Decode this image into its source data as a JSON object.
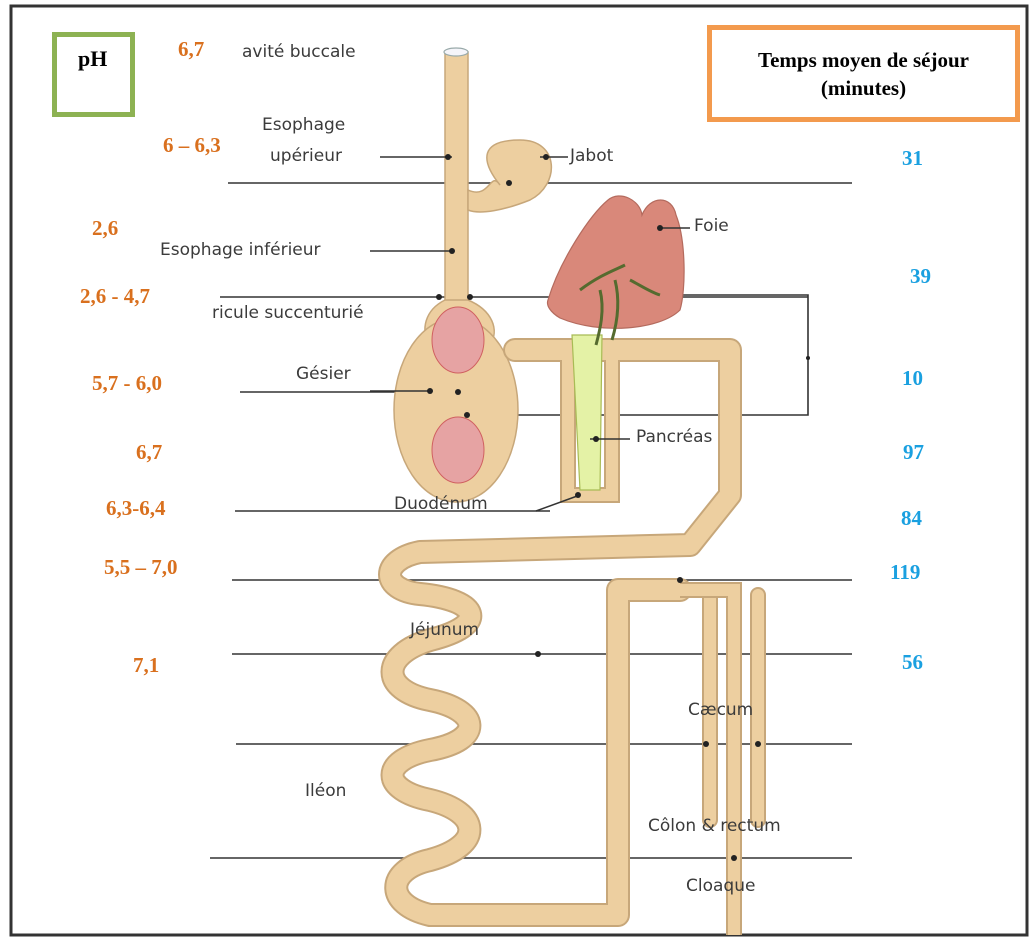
{
  "headers": {
    "ph_title": "pH",
    "time_title_line1": "Temps moyen de séjour",
    "time_title_line2": "(minutes)"
  },
  "organ_labels": {
    "cavite_buccale": "avité buccale",
    "oesophage_superieur_1": "Esophage",
    "oesophage_superieur_2": "upérieur",
    "jabot": "Jabot",
    "foie": "Foie",
    "oesophage_inferieur": "Esophage inférieur",
    "ventricule": "ricule succenturié",
    "gesier": "Gésier",
    "pancreas": "Pancréas",
    "duodenum": "Duodénum",
    "jejunum": "Jéjunum",
    "caecum": "Cæcum",
    "ileon": "Iléon",
    "colon": "Côlon & rectum",
    "cloaque": "Cloaque"
  },
  "ph_values": [
    "6,7",
    "6 – 6,3",
    "2,6",
    "2,6 - 4,7",
    "5,7 - 6,0",
    "6,7",
    "6,3-6,4",
    "5,5 – 7,0",
    "7,1"
  ],
  "time_values": [
    "31",
    "39",
    "10",
    "97",
    "84",
    "119",
    "56"
  ],
  "colors": {
    "ph_text": "#d9701e",
    "time_text": "#1aa0e0",
    "ph_box_border": "#8db253",
    "time_box_border": "#f39a4d",
    "gut_fill": "#edcfa0",
    "gut_outline": "#c7a77a",
    "liver": "#d9887a",
    "gizzard_pink": "#e6a3a3",
    "pancreas": "#e4f2a6"
  }
}
